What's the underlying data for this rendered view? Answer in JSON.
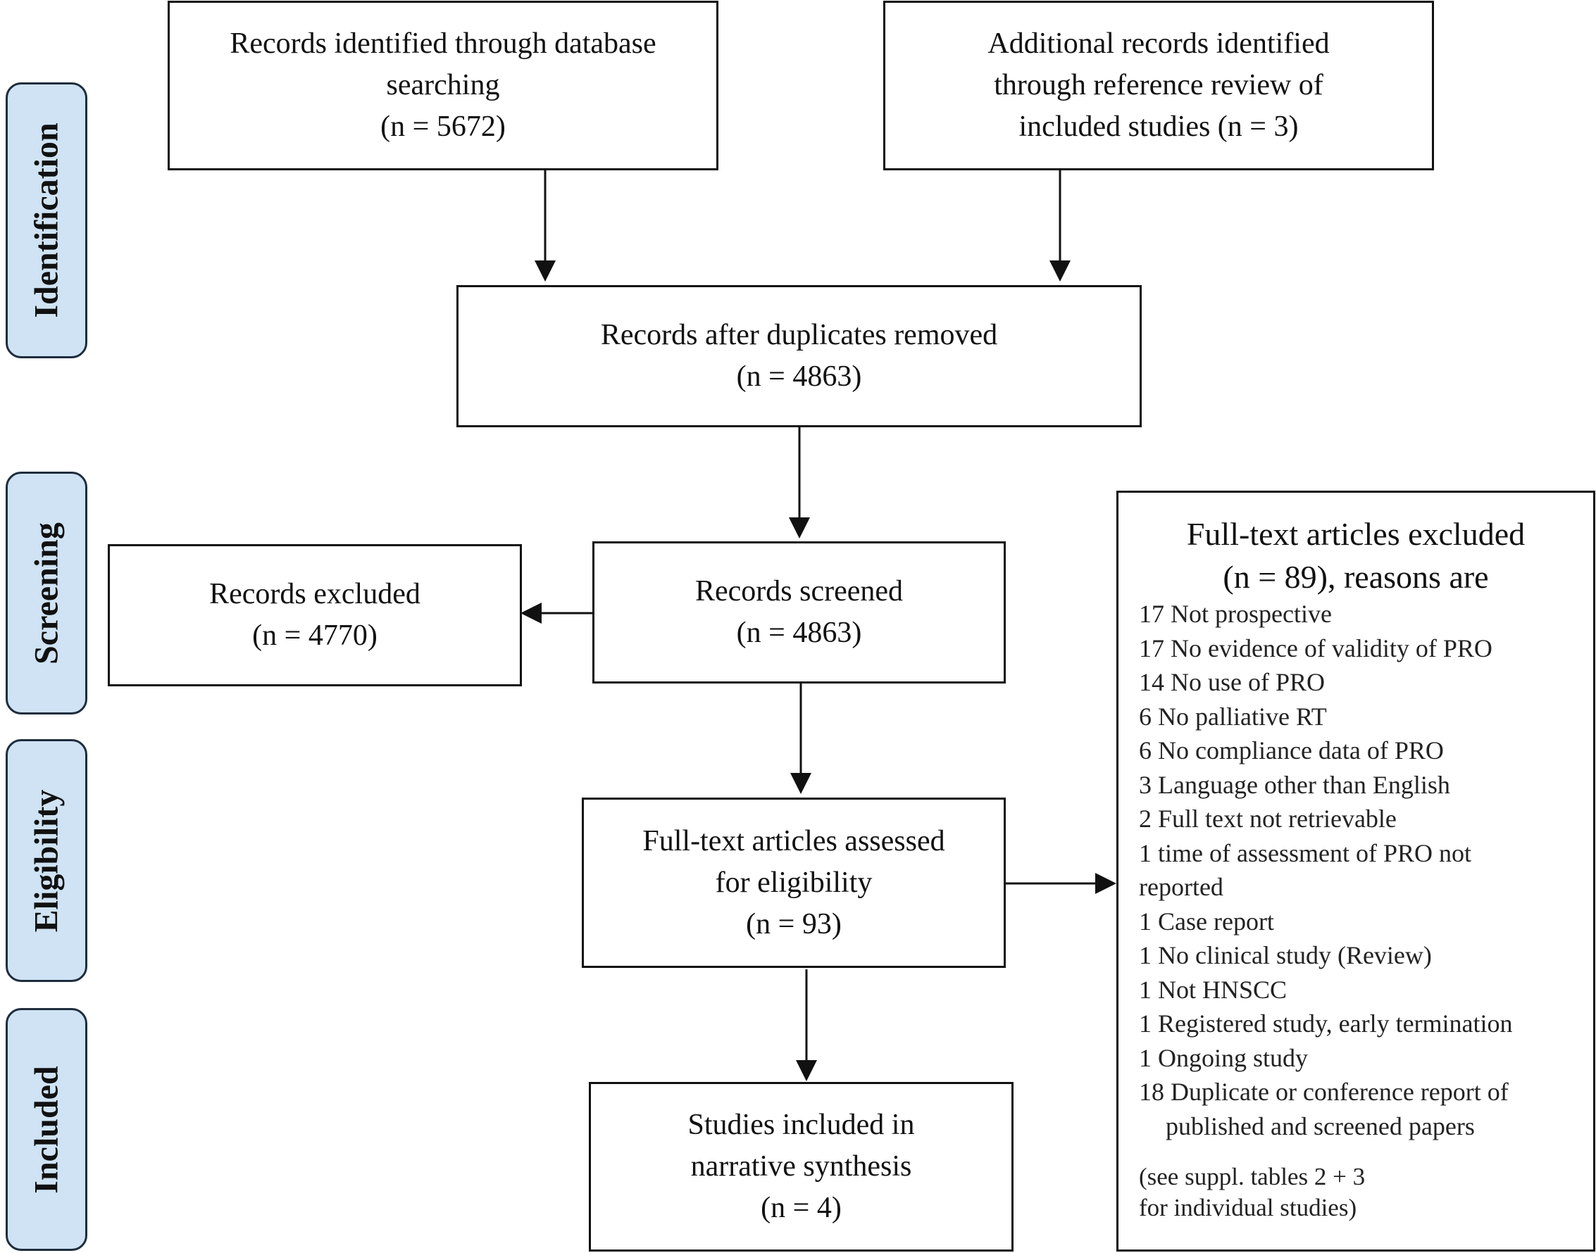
{
  "phases": {
    "identification": "Identification",
    "screening": "Screening",
    "eligibility": "Eligibility",
    "included": "Included"
  },
  "boxes": {
    "database": {
      "line1": "Records identified through database",
      "line2": "searching",
      "line3": "(n = 5672)"
    },
    "additional": {
      "line1": "Additional records identified",
      "line2": "through reference review of",
      "line3": "included studies (n = 3)"
    },
    "duplicates": {
      "line1": "Records after duplicates removed",
      "line2": "(n = 4863)"
    },
    "screened": {
      "line1": "Records screened",
      "line2": "(n = 4863)"
    },
    "excluded": {
      "line1": "Records excluded",
      "line2": "(n = 4770)"
    },
    "fulltext": {
      "line1": "Full-text articles assessed",
      "line2": "for eligibility",
      "line3": "(n = 93)"
    },
    "included": {
      "line1": "Studies included in",
      "line2": "narrative synthesis",
      "line3": "(n = 4)"
    },
    "fulltext_excluded": {
      "title_line1": "Full-text articles excluded",
      "title_line2": "(n = 89), reasons are",
      "reasons": [
        "17 Not prospective",
        "17 No evidence of validity of PRO",
        "14 No use of PRO",
        "6 No palliative RT",
        "6 No compliance data of PRO",
        "3 Language other than English",
        "2 Full text not retrievable",
        "1 time of assessment of PRO not",
        "reported",
        "1 Case report",
        "1 No clinical study (Review)",
        "1 Not HNSCC",
        "1 Registered study, early termination",
        "1 Ongoing study",
        "18 Duplicate or conference report of",
        "published and screened papers"
      ],
      "note_line1": "(see suppl. tables 2 + 3",
      "note_line2": "for individual studies)"
    }
  },
  "colors": {
    "phase_fill": "#cfe3f4",
    "phase_border": "#1e2d3d",
    "line": "#111111"
  }
}
